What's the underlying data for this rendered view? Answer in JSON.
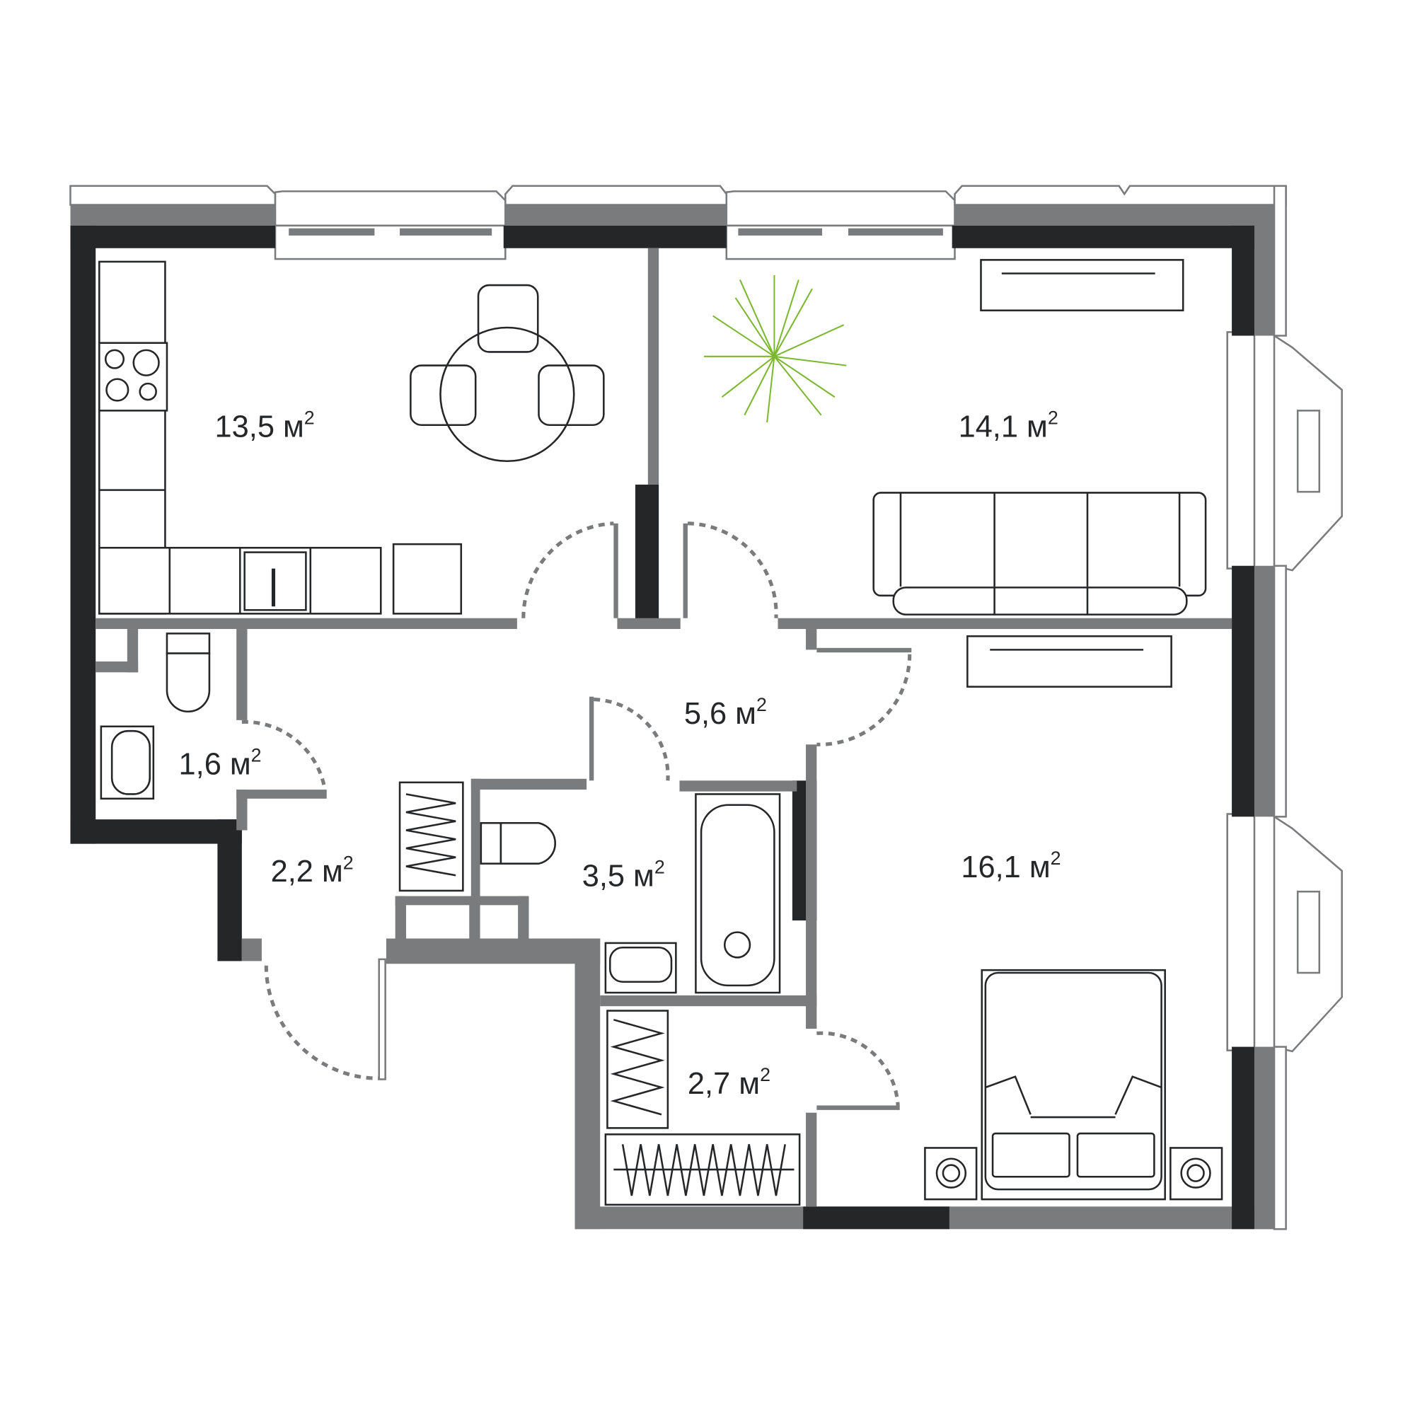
{
  "plan": {
    "unit": "м",
    "unit_power": "2",
    "colors": {
      "wall_bearing": "#252628",
      "wall_partition": "#7a7b7d",
      "plant": "#7cb82f"
    },
    "rooms": [
      {
        "id": "kitchen",
        "area": "13,5"
      },
      {
        "id": "living-room",
        "area": "14,1"
      },
      {
        "id": "hallway",
        "area": "5,6"
      },
      {
        "id": "toilet",
        "area": "1,6"
      },
      {
        "id": "entrance",
        "area": "2,2"
      },
      {
        "id": "bathroom",
        "area": "3,5"
      },
      {
        "id": "bedroom",
        "area": "16,1"
      },
      {
        "id": "wardrobe",
        "area": "2,7"
      }
    ]
  }
}
